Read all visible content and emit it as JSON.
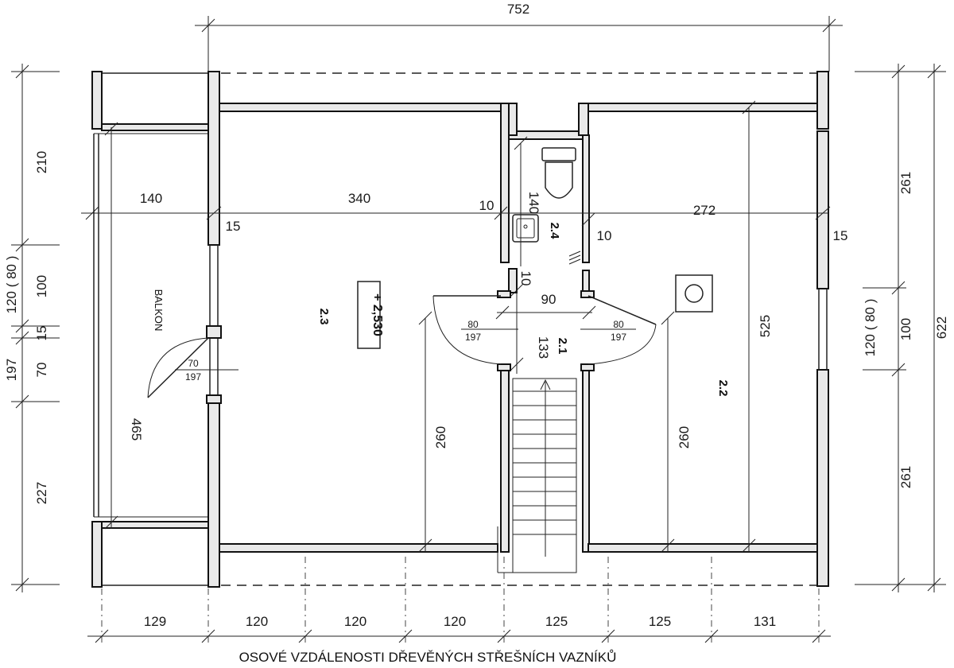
{
  "dimensions": {
    "top_total": "752",
    "left": [
      "210",
      "120 ( 80 )",
      "100",
      "15",
      "70",
      "197",
      "227"
    ],
    "right": [
      "261",
      "120 ( 80 )",
      "100",
      "261",
      "622"
    ],
    "bottom": [
      "129",
      "120",
      "120",
      "120",
      "125",
      "125",
      "131"
    ],
    "horizontal_inner": [
      "140",
      "340",
      "10",
      "272"
    ],
    "wall_thickness": [
      "15",
      "10",
      "10",
      "15",
      "10"
    ],
    "vertical_inner": [
      "465",
      "260",
      "260",
      "525",
      "140",
      "133"
    ],
    "corridor_width": "90"
  },
  "rooms": [
    "2.1",
    "2.2",
    "2.3",
    "2.4"
  ],
  "balcony_label": "BALKON",
  "doors": [
    {
      "width": "80",
      "height": "197"
    },
    {
      "width": "80",
      "height": "197"
    },
    {
      "width": "70",
      "height": "197"
    }
  ],
  "level_mark": "+ 2,530",
  "footer_caption": "OSOVÉ VZDÁLENOSTI DŘEVĚNÝCH STŘEŠNÍCH VAZNÍKŮ"
}
